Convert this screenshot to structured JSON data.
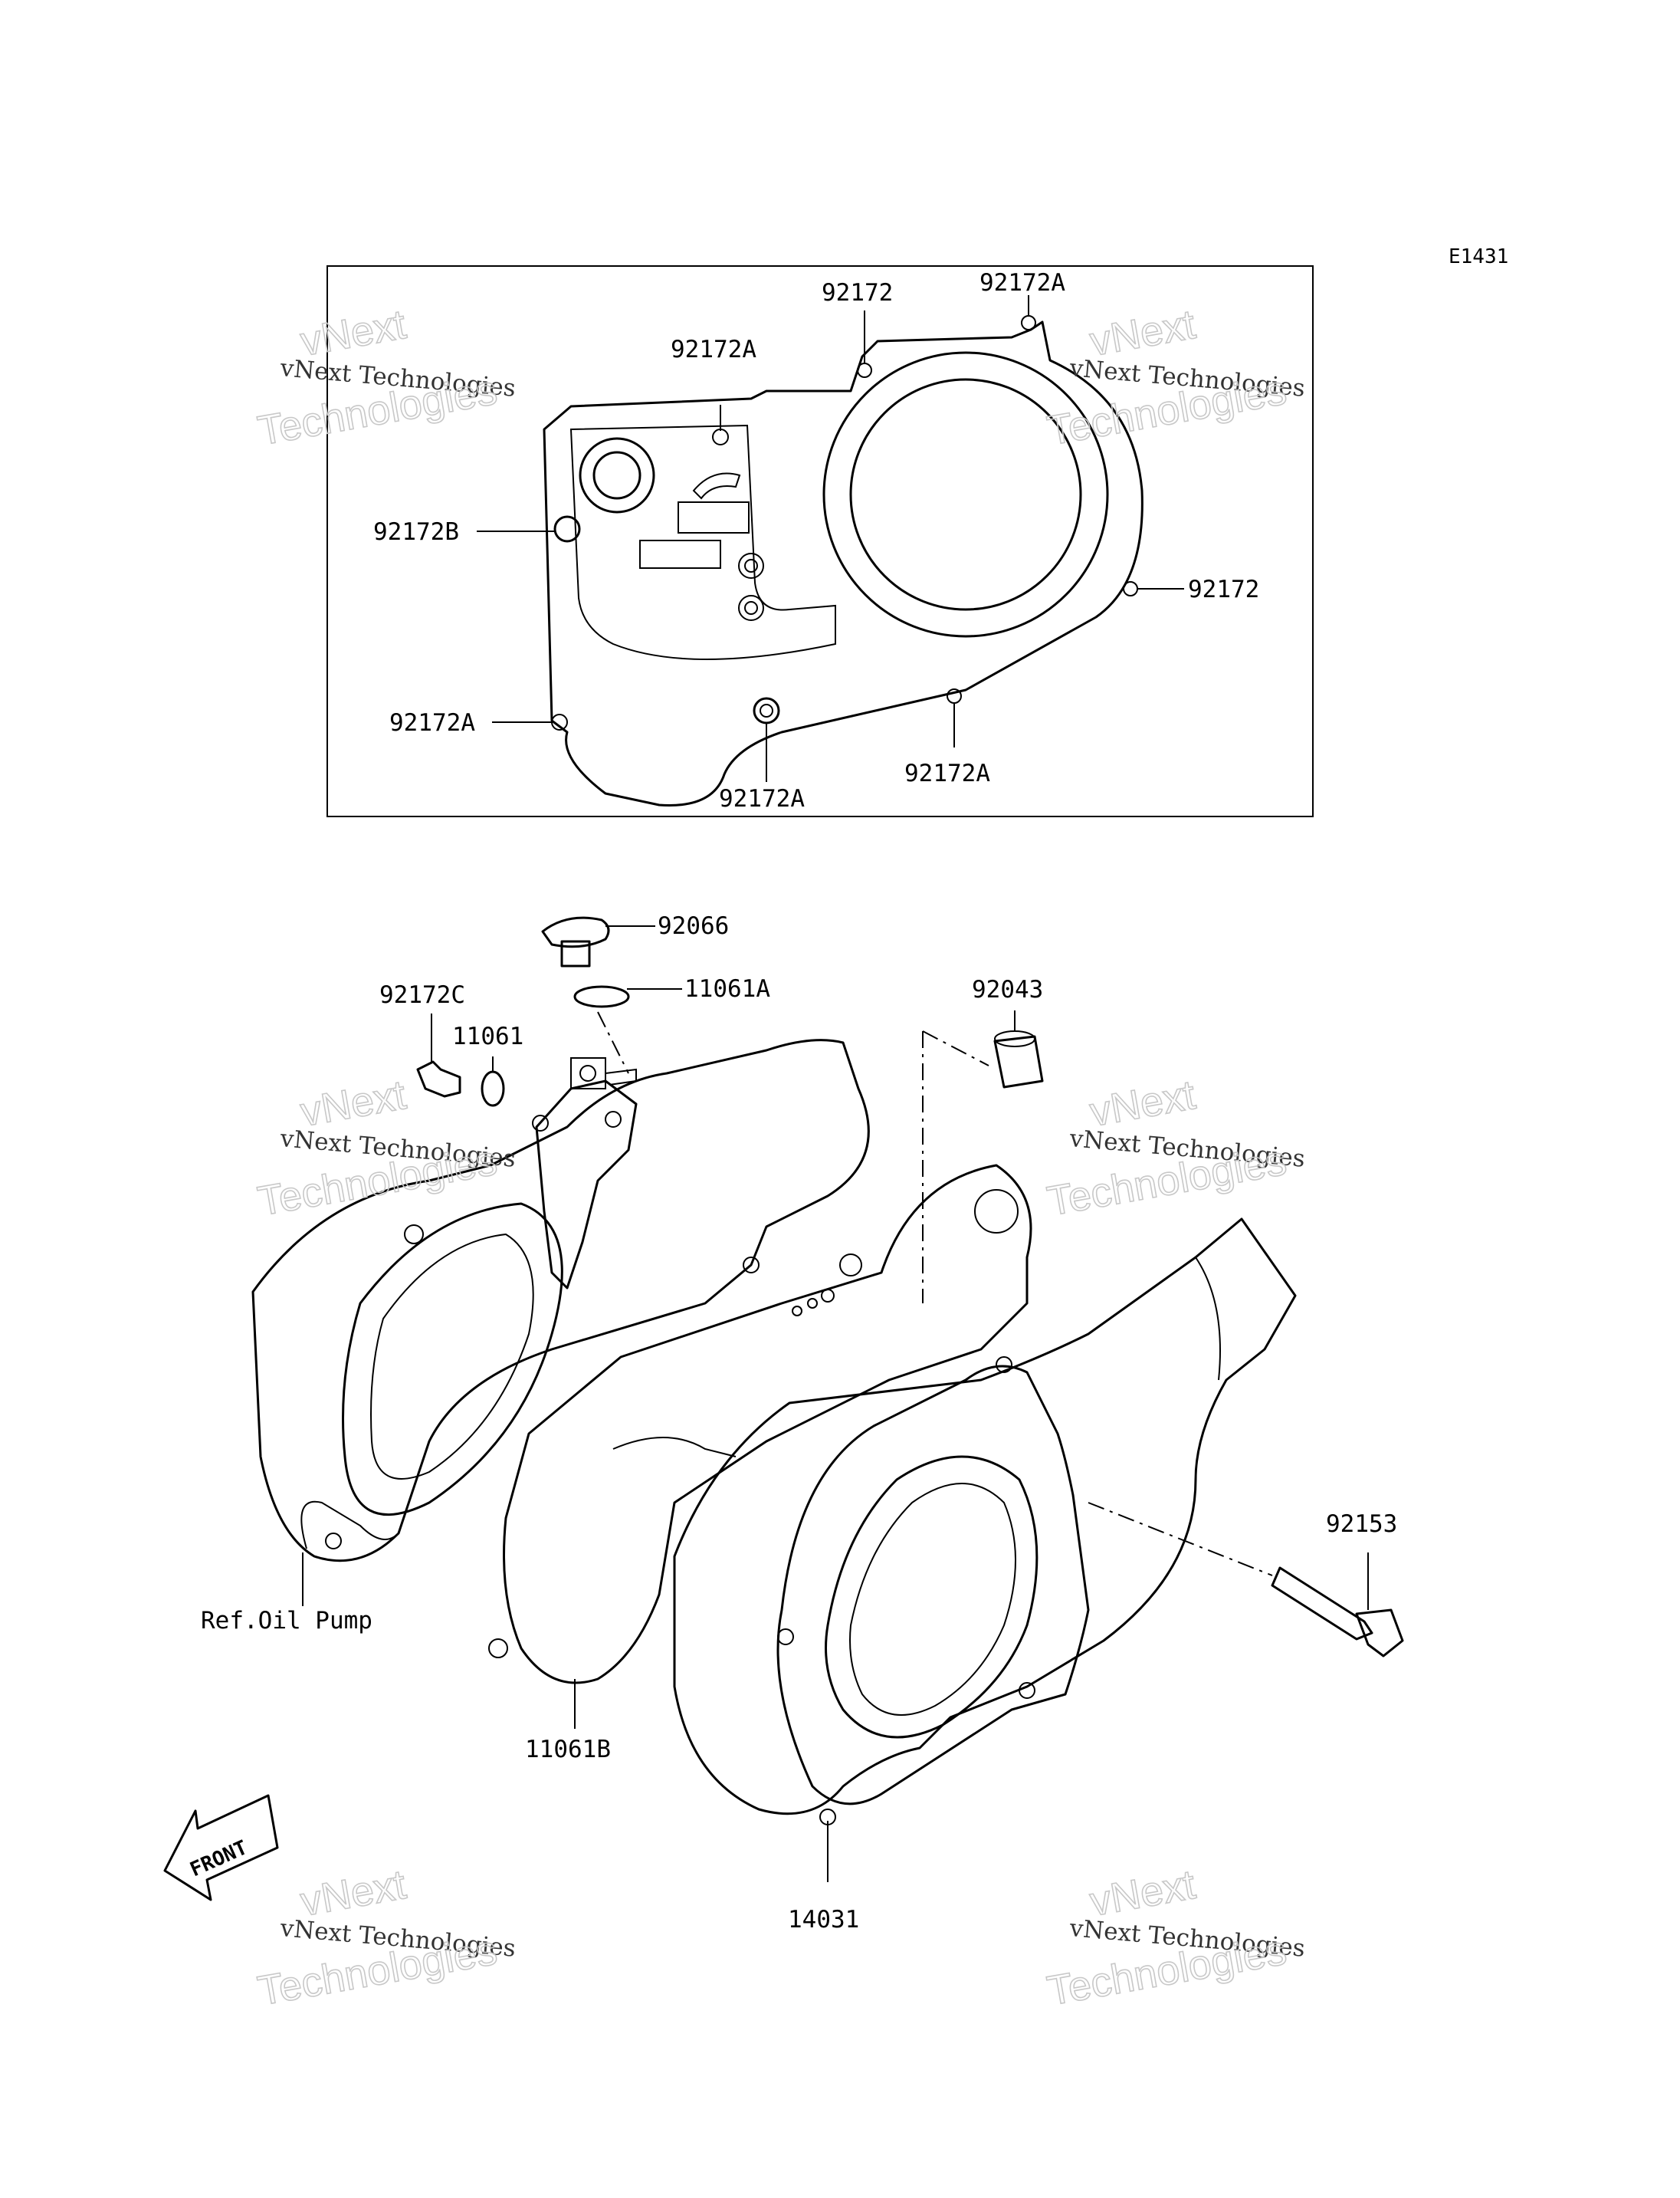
{
  "diagram_code": "E1431",
  "inset_labels": {
    "top_left_a": "92172A",
    "top_center": "92172",
    "top_right_a": "92172A",
    "left_b": "92172B",
    "right": "92172",
    "bottom_left_a": "92172A",
    "bottom_center_a": "92172A",
    "bottom_right_a": "92172A"
  },
  "main_labels": {
    "plug": "92066",
    "plug_washer": "11061A",
    "fitting": "92172C",
    "washer": "11061",
    "dowel": "92043",
    "bolt": "92153",
    "ref_oil_pump": "Ref.Oil Pump",
    "gasket": "11061B",
    "cover": "14031"
  },
  "front_arrow": "FRONT",
  "watermarks": [
    {
      "line1": "vNext",
      "line2": "vNext Technologies",
      "line3": "Technologies"
    },
    {
      "line1": "vNext",
      "line2": "vNext Technologies",
      "line3": "Technologies"
    },
    {
      "line1": "vNext",
      "line2": "vNext Technologies",
      "line3": "Technologies"
    },
    {
      "line1": "vNext",
      "line2": "vNext Technologies",
      "line3": "Technologies"
    },
    {
      "line1": "vNext",
      "line2": "vNext Technologies",
      "line3": "Technologies"
    },
    {
      "line1": "vNext",
      "line2": "vNext Technologies",
      "line3": "Technologies"
    }
  ]
}
